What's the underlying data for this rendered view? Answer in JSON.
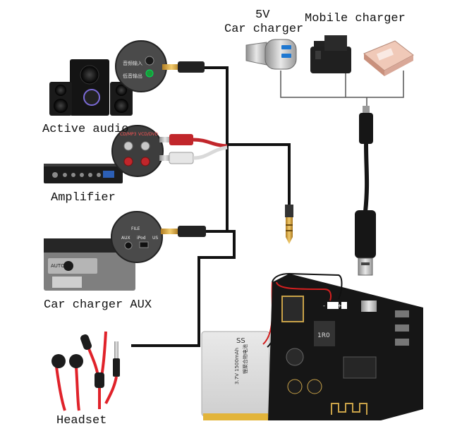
{
  "labels": {
    "car_charger_voltage": "5V",
    "car_charger": "Car charger",
    "mobile_charger": "Mobile charger",
    "active_audio": "Active audio",
    "amplifier": "Amplifier",
    "car_charger_aux": "Car charger AUX",
    "headset": "Headset"
  },
  "device_panels": {
    "audio_panel_text_1": "音频输入",
    "audio_panel_text_2": "低音输出",
    "amp_channel_1": "CD/MP3",
    "amp_channel_2": "VCD/DVD",
    "aux_panel_file": "FILE",
    "aux_panel_aux": "AUX",
    "aux_panel_ipod": "iPod",
    "aux_panel_usb": "US",
    "car_display": "AUTO"
  },
  "battery": {
    "text_1": "锂聚合物电池",
    "text_2": "3.7V 1500mAh",
    "text_3": "SS"
  },
  "board": {
    "pin_minus": "-",
    "pin_plus": "+",
    "chip_label": "1R0"
  },
  "colors": {
    "wire": "#111111",
    "red_wire": "#d21f1f",
    "cable_red": "#e0222a",
    "board": "#1a1a1a",
    "gold": "#d9a441",
    "charger_silver": "#c9c9c9",
    "powerbank_pink": "#e7b7a6"
  }
}
